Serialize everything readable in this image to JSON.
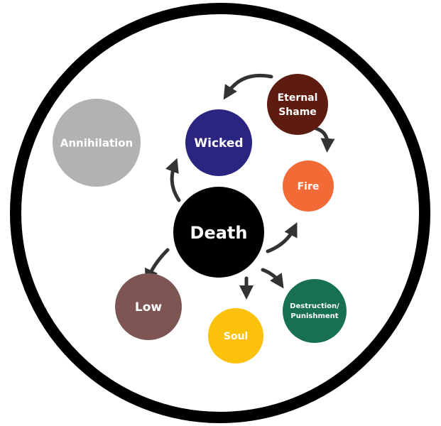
{
  "nodes": {
    "death": {
      "label": "Death",
      "color": "#000000"
    },
    "wicked": {
      "label": "Wicked",
      "color": "#2a2580"
    },
    "eternal_shame": {
      "label_line1": "Eternal",
      "label_line2": "Shame",
      "color": "#5e1b10"
    },
    "fire": {
      "label": "Fire",
      "color": "#f26b36"
    },
    "annihilation": {
      "label": "Annihilation",
      "color": "#b2b2b2"
    },
    "low": {
      "label": "Low",
      "color": "#7d5654"
    },
    "soul": {
      "label": "Soul",
      "color": "#fcc10a"
    },
    "destruction": {
      "label_line1": "Destruction/",
      "label_line2": "Punishment",
      "color": "#187054"
    }
  },
  "arrow_color": "#333333",
  "ring_color": "#000000"
}
